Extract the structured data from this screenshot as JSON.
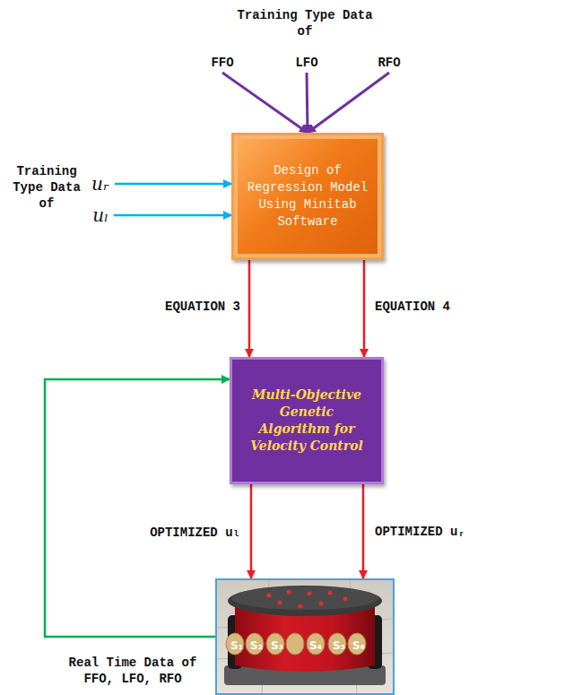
{
  "diagram": {
    "nodes": [
      {
        "text": [
          "FFO"
        ]
      },
      {
        "text": [
          "LFO"
        ]
      },
      {
        "text": [
          "RFO"
        ]
      },
      {
        "text": [
          "uᵣ"
        ]
      },
      {
        "text": [
          "uₗ"
        ]
      },
      {
        "text": [
          "Design of Regression Model Using Minitab Software"
        ]
      },
      {
        "text": [
          "Multi-Objective Genetic Algorithm for Velocity Control"
        ]
      },
      {
        "text": [
          "S₁",
          "S₂",
          "S₃",
          "S₄",
          "S₅",
          "S₆"
        ]
      }
    ],
    "edges": [
      {
        "from": 0,
        "to": 5,
        "arrow": "to"
      },
      {
        "from": 1,
        "to": 5,
        "arrow": "to"
      },
      {
        "from": 2,
        "to": 5,
        "arrow": "to"
      },
      {
        "from": 3,
        "to": 5,
        "arrow": "to"
      },
      {
        "from": 4,
        "to": 5,
        "arrow": "to"
      },
      {
        "from": 5,
        "to": 6,
        "arrow": "to",
        "label": "EQUATION 3"
      },
      {
        "from": 5,
        "to": 6,
        "arrow": "to",
        "label": "EQUATION 4"
      },
      {
        "from": 6,
        "to": 7,
        "arrow": "to",
        "label": "OPTIMIZED uₗ"
      },
      {
        "from": 6,
        "to": 7,
        "arrow": "to",
        "label": "OPTIMIZED uᵣ"
      },
      {
        "from": 7,
        "to": 6,
        "arrow": "to",
        "label": "Real Time Data of FFO, LFO, RFO"
      }
    ],
    "labels": [
      "Training Type Data of",
      "Training Type Data of"
    ]
  }
}
